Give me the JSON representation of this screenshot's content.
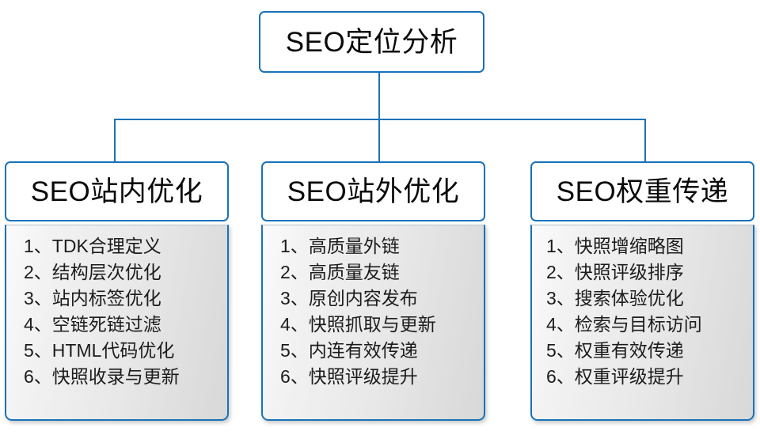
{
  "diagram": {
    "type": "org-chart",
    "colors": {
      "line": "#1a72b8",
      "border": "#1a72b8",
      "header_fill": "#ffffff",
      "body_fill_start": "#fbfbfb",
      "body_fill_end": "#d8d8d8",
      "text": "#0a0a0a"
    },
    "root": {
      "label": "SEO定位分析"
    },
    "branches": [
      {
        "header": "SEO站内优化",
        "items": [
          "1、TDK合理定义",
          "2、结构层次优化",
          "3、站内标签优化",
          "4、空链死链过滤",
          "5、HTML代码优化",
          "6、快照收录与更新"
        ]
      },
      {
        "header": "SEO站外优化",
        "items": [
          "1、高质量外链",
          "2、高质量友链",
          "3、原创内容发布",
          "4、快照抓取与更新",
          "5、内连有效传递",
          "6、快照评级提升"
        ]
      },
      {
        "header": "SEO权重传递",
        "items": [
          "1、快照增缩略图",
          "2、快照评级排序",
          "3、搜索体验优化",
          "4、检索与目标访问",
          "5、权重有效传递",
          "6、权重评级提升"
        ]
      }
    ]
  }
}
